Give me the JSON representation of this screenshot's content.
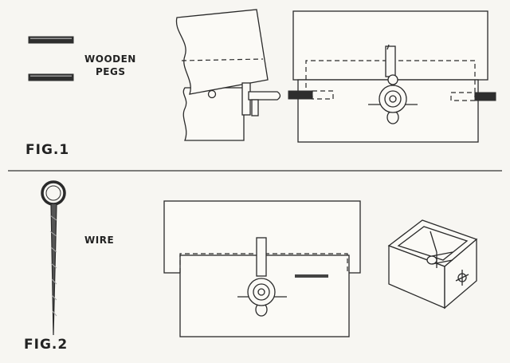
{
  "labels": {
    "pegs_line1": "WOODEN",
    "pegs_line2": "PEGS",
    "wire": "WIRE",
    "fig1": "FIG.1",
    "fig2": "FIG.2"
  },
  "colors": {
    "ink": "#2a2a2a",
    "paper": "#f7f6f2"
  }
}
